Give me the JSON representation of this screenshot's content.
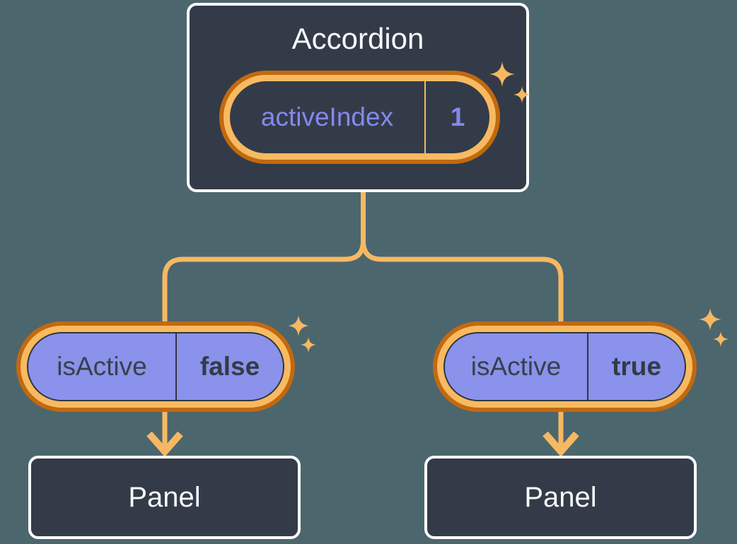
{
  "diagram": {
    "accordion": {
      "title": "Accordion",
      "state": {
        "name": "activeIndex",
        "value": "1"
      }
    },
    "children": [
      {
        "prop": {
          "name": "isActive",
          "value": "false"
        },
        "panel": {
          "label": "Panel"
        }
      },
      {
        "prop": {
          "name": "isActive",
          "value": "true"
        },
        "panel": {
          "label": "Panel"
        }
      }
    ],
    "colors": {
      "background": "#4C666E",
      "card_background": "#343B48",
      "card_border": "#FFFFFF",
      "ring_dark_orange": "#C2690F",
      "ring_light_orange": "#F8BA61",
      "connector_orange": "#F6B863",
      "pill_purple": "#8A92EB",
      "state_text_purple": "#8389EF",
      "prop_text_dark": "#333B47",
      "title_text": "#F7F9FB"
    }
  }
}
